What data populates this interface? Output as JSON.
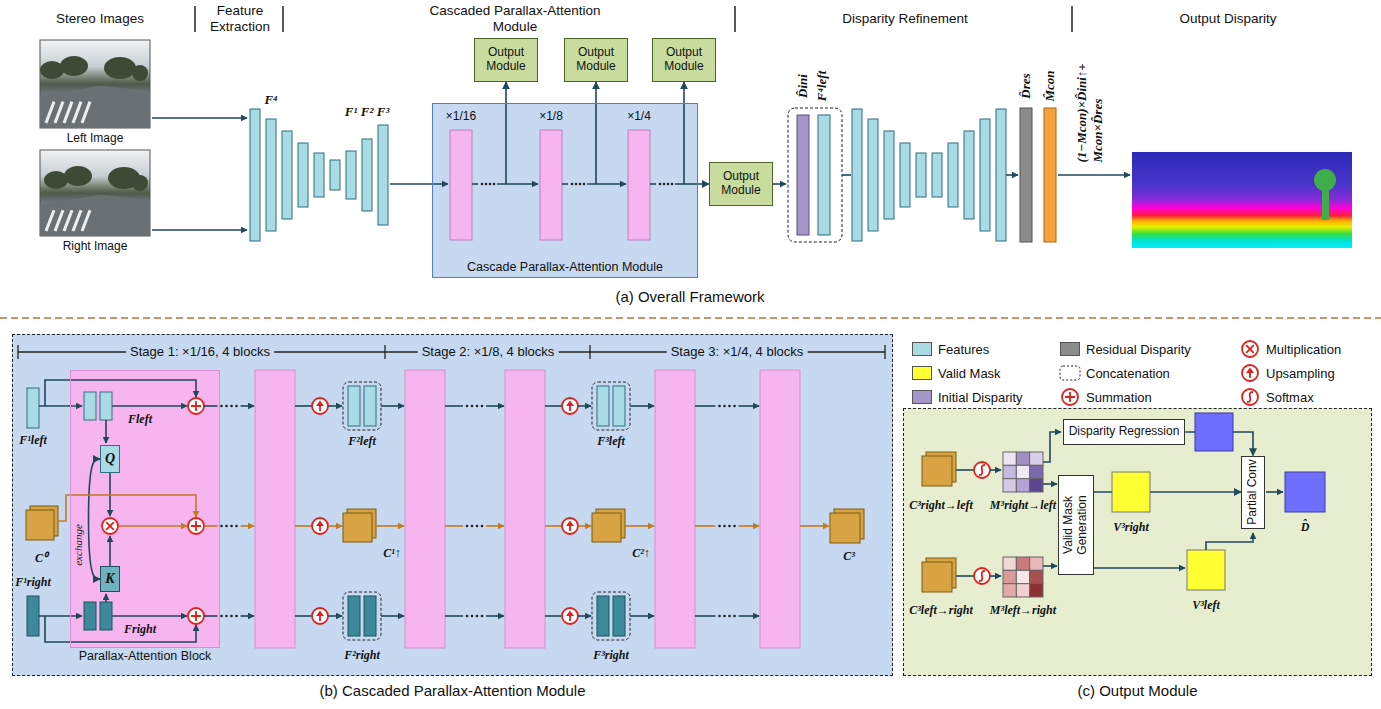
{
  "diagram": {
    "nodes": [
      {
        "text": [
          "Cascade Parallax-Attention Module"
        ]
      },
      {
        "text": [
          "Output Module"
        ]
      },
      {
        "text": [
          "Output Module"
        ]
      },
      {
        "text": [
          "Output Module"
        ]
      },
      {
        "text": [
          "Output Module"
        ]
      },
      {
        "text": [
          "(b) Cascaded Parallax-Attention Module"
        ]
      },
      {
        "text": [
          "Parallax-Attention Block"
        ],
        "in": 5
      },
      {
        "text": [
          "Q"
        ],
        "in": 6
      },
      {
        "text": [
          "K"
        ],
        "in": 6
      },
      {
        "text": [
          "(c) Output Module"
        ]
      },
      {
        "text": [
          "Disparity Regression"
        ],
        "in": 9
      },
      {
        "text": [
          "Valid Mask Generation"
        ],
        "in": 9
      },
      {
        "text": [
          "Partial Conv"
        ],
        "in": 9
      }
    ],
    "edges": [
      {
        "from": 0,
        "to": 1,
        "arrow": "to"
      },
      {
        "from": 0,
        "to": 2,
        "arrow": "to"
      },
      {
        "from": 0,
        "to": 3,
        "arrow": "to"
      },
      {
        "from": 0,
        "to": 4,
        "arrow": "to"
      },
      {
        "from": 7,
        "to": 8,
        "arrow": "both",
        "label": "exchange"
      },
      {
        "from": 10,
        "to": 12,
        "arrow": "to"
      },
      {
        "from": 11,
        "to": 12,
        "arrow": "to"
      }
    ],
    "labels": [
      "Stereo Images",
      "Feature Extraction",
      "Cascaded Parallax-Attention Module",
      "Disparity Refinement",
      "Output Disparity",
      "Left Image",
      "Right Image",
      "F⁴",
      "F¹",
      "F²",
      "F³",
      "×1/16",
      "×1/8",
      "×1/4",
      "D̂ini",
      "F⁴left",
      "D̂res",
      "M̂con",
      "(1−Mcon)×D̂ini↑+ Mcon×D̂res",
      "(a) Overall Framework",
      "Stage 1: ×1/16, 4 blocks",
      "Stage 2: ×1/8, 4 blocks",
      "Stage 3: ×1/4, 4 blocks",
      "F¹left",
      "Fleft",
      "C⁰",
      "F¹right",
      "Fright",
      "F²left",
      "C¹↑",
      "F²right",
      "F³left",
      "C²↑",
      "F³right",
      "C³",
      "C³right→left",
      "M³right→left",
      "V³right",
      "D̂",
      "C³left→right",
      "M³left→right",
      "V³left"
    ],
    "legend": [
      {
        "text": "Features",
        "color": "#a8dbe4"
      },
      {
        "text": "Residual Disparity",
        "color": "#8c8c8c"
      },
      {
        "text": "Multiplication"
      },
      {
        "text": "Valid Mask",
        "color": "#ffff33"
      },
      {
        "text": "Concatenation"
      },
      {
        "text": "Upsampling"
      },
      {
        "text": "Initial Disparity",
        "color": "#a596c8"
      },
      {
        "text": "Summation"
      },
      {
        "text": "Softmax"
      }
    ]
  }
}
